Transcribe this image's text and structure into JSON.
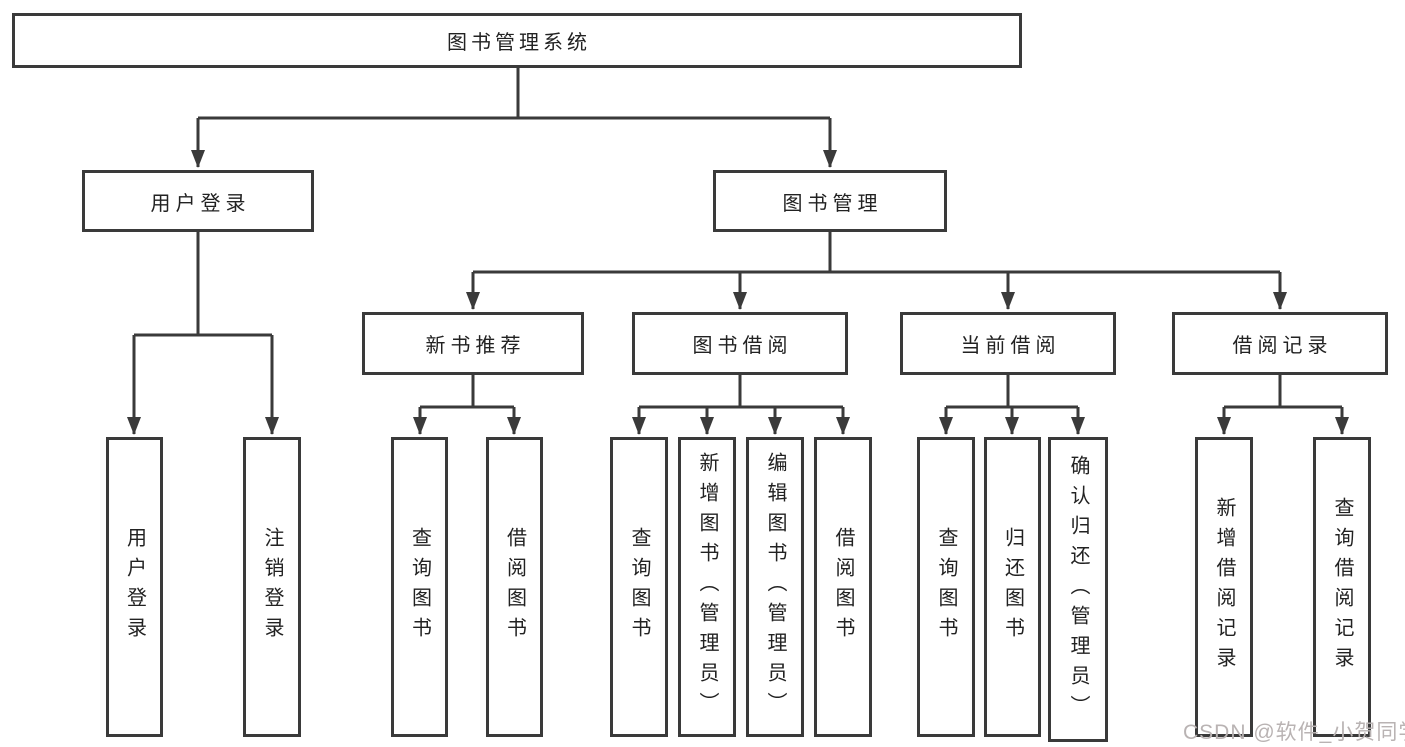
{
  "root": {
    "label": "图书管理系统"
  },
  "level2": [
    {
      "label": "用户登录"
    },
    {
      "label": "图书管理"
    }
  ],
  "level3": [
    {
      "label": "新书推荐"
    },
    {
      "label": "图书借阅"
    },
    {
      "label": "当前借阅"
    },
    {
      "label": "借阅记录"
    }
  ],
  "leaves": {
    "user_login": [
      {
        "label": "用户登录"
      },
      {
        "label": "注销登录"
      }
    ],
    "new_books": [
      {
        "label": "查询图书"
      },
      {
        "label": "借阅图书"
      }
    ],
    "book_borrow": [
      {
        "label": "查询图书"
      },
      {
        "label": "新增图书（管理员）"
      },
      {
        "label": "编辑图书（管理员）"
      },
      {
        "label": "借阅图书"
      }
    ],
    "current_borrow": [
      {
        "label": "查询图书"
      },
      {
        "label": "归还图书"
      },
      {
        "label": "确认归还（管理员）"
      }
    ],
    "borrow_records": [
      {
        "label": "新增借阅记录"
      },
      {
        "label": "查询借阅记录"
      }
    ]
  },
  "watermark": "CSDN @软件_小贺同学",
  "colors": {
    "line": "#3a3a3a",
    "text": "#222222",
    "background": "#ffffff",
    "watermark": "#b9b3b3"
  }
}
